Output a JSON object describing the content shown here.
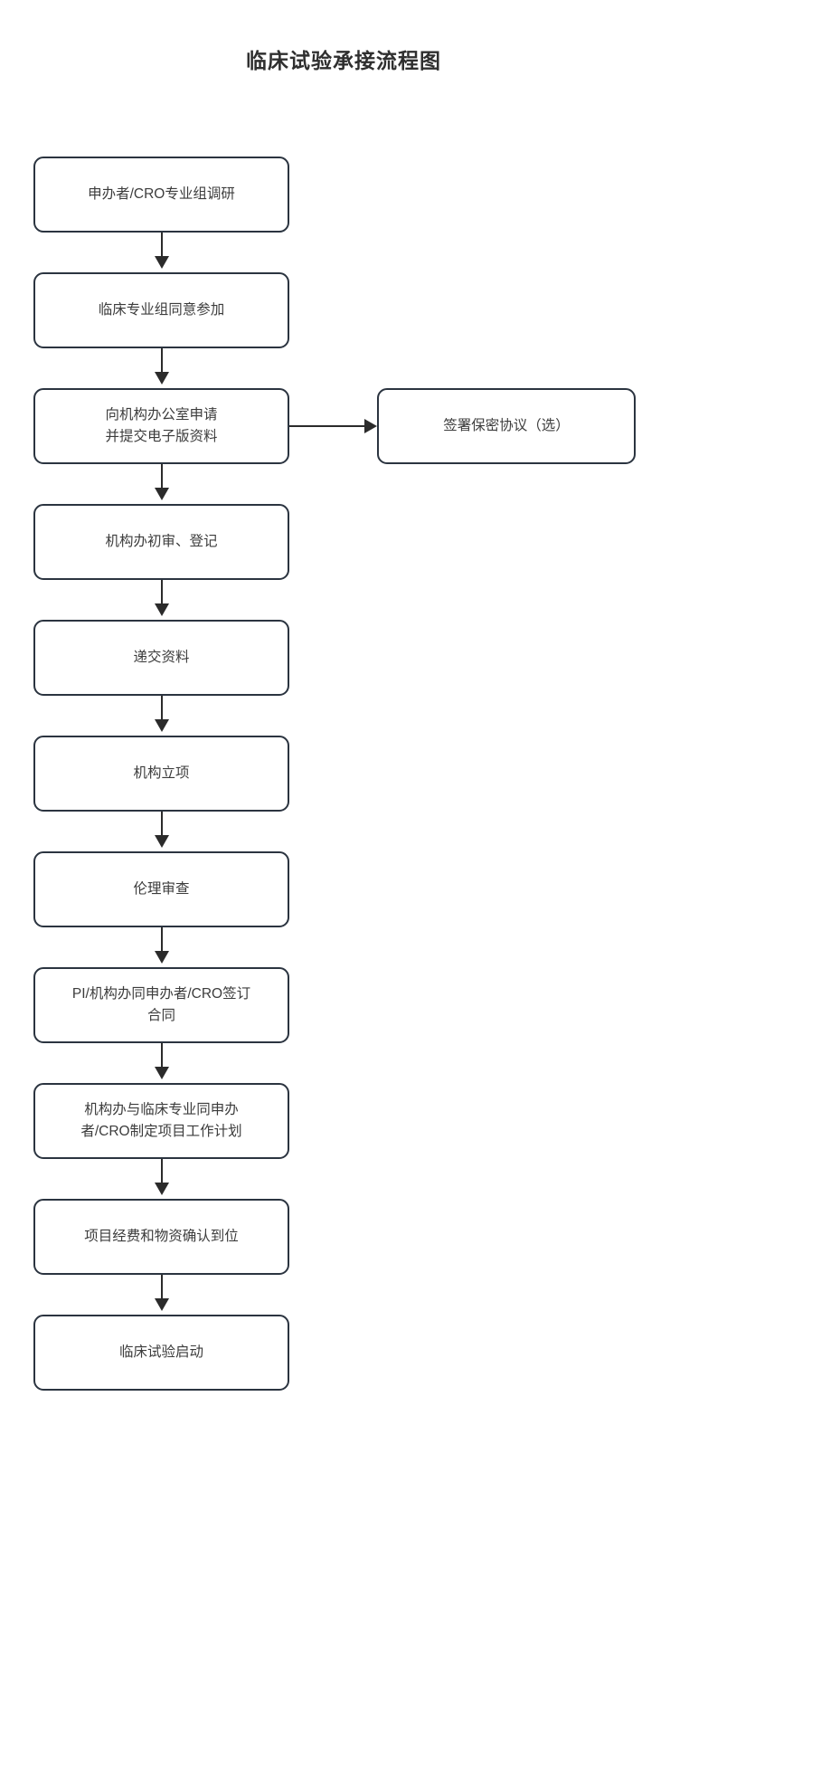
{
  "title": "临床试验承接流程图",
  "flow": {
    "nodes": [
      {
        "id": "n1",
        "label": "申办者/CRO专业组调研"
      },
      {
        "id": "n2",
        "label": "临床专业组同意参加"
      },
      {
        "id": "n3",
        "label": "向机构办公室申请\n并提交电子版资料"
      },
      {
        "id": "n4",
        "label": "机构办初审、登记"
      },
      {
        "id": "n5",
        "label": "递交资料"
      },
      {
        "id": "n6",
        "label": "机构立项"
      },
      {
        "id": "n7",
        "label": "伦理审查"
      },
      {
        "id": "n8",
        "label": "PI/机构办同申办者/CRO签订\n合同"
      },
      {
        "id": "n9",
        "label": "机构办与临床专业同申办\n者/CRO制定项目工作计划"
      },
      {
        "id": "n10",
        "label": "项目经费和物资确认到位"
      },
      {
        "id": "n11",
        "label": "临床试验启动"
      }
    ],
    "side_nodes": [
      {
        "id": "s1",
        "label": "签署保密协议（选）"
      }
    ],
    "edges": [
      {
        "from": "n1",
        "to": "n2",
        "direction": "down"
      },
      {
        "from": "n2",
        "to": "n3",
        "direction": "down"
      },
      {
        "from": "n3",
        "to": "s1",
        "direction": "right"
      },
      {
        "from": "n3",
        "to": "n4",
        "direction": "down"
      },
      {
        "from": "n4",
        "to": "n5",
        "direction": "down"
      },
      {
        "from": "n5",
        "to": "n6",
        "direction": "down"
      },
      {
        "from": "n6",
        "to": "n7",
        "direction": "down"
      },
      {
        "from": "n7",
        "to": "n8",
        "direction": "down"
      },
      {
        "from": "n8",
        "to": "n9",
        "direction": "down"
      },
      {
        "from": "n9",
        "to": "n10",
        "direction": "down"
      },
      {
        "from": "n10",
        "to": "n11",
        "direction": "down"
      }
    ]
  },
  "style": {
    "border_color": "#2b3440",
    "text_color": "#3c3c3c",
    "title_color": "#2f2f2f",
    "connector_color": "#2b2b2b",
    "background": "#ffffff"
  }
}
